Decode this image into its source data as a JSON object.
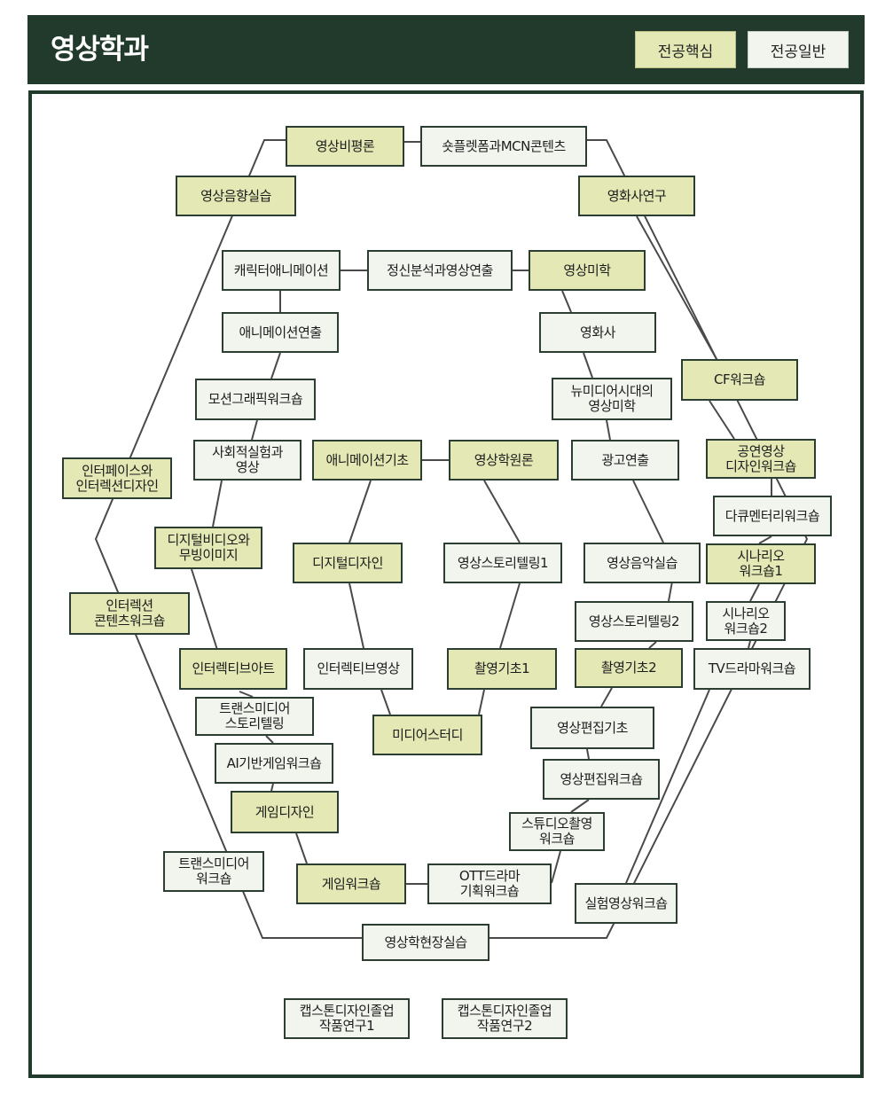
{
  "header": {
    "title": "영상학과"
  },
  "legend": {
    "core": "전공핵심",
    "general": "전공일반"
  },
  "colors": {
    "header_bg": "#223a2c",
    "core_fill": "#e3e8b4",
    "general_fill": "#f1f5ee",
    "line": "#4a4a4a"
  },
  "courses": {
    "n01": {
      "label": "영상비평론",
      "type": "core"
    },
    "n02": {
      "label": "숏플렛폼과MCN콘텐츠",
      "type": "general"
    },
    "n03": {
      "label": "영상음향실습",
      "type": "core"
    },
    "n04": {
      "label": "영화사연구",
      "type": "core"
    },
    "n05": {
      "label": "캐릭터애니메이션",
      "type": "general"
    },
    "n06": {
      "label": "정신분석과영상연출",
      "type": "general"
    },
    "n07": {
      "label": "영상미학",
      "type": "core"
    },
    "n08": {
      "label": "애니메이션연출",
      "type": "general"
    },
    "n09": {
      "label": "영화사",
      "type": "general"
    },
    "n10": {
      "label": "CF워크숍",
      "type": "core"
    },
    "n11": {
      "label": "모션그래픽워크숍",
      "type": "general"
    },
    "n12": {
      "label": "뉴미디어시대의\n영상미학",
      "type": "general"
    },
    "n13": {
      "label": "사회적실험과\n영상",
      "type": "general"
    },
    "n14": {
      "label": "애니메이션기초",
      "type": "core"
    },
    "n15": {
      "label": "영상학원론",
      "type": "core"
    },
    "n16": {
      "label": "광고연출",
      "type": "general"
    },
    "n17": {
      "label": "공연영상\n디자인워크숍",
      "type": "core"
    },
    "n18": {
      "label": "인터페이스와\n인터렉션디자인",
      "type": "core"
    },
    "n19": {
      "label": "다큐멘터리워크숍",
      "type": "general"
    },
    "n20": {
      "label": "디지털비디오와\n무빙이미지",
      "type": "core"
    },
    "n21": {
      "label": "디지털디자인",
      "type": "core"
    },
    "n22": {
      "label": "영상스토리텔링1",
      "type": "general"
    },
    "n23": {
      "label": "영상음악실습",
      "type": "general"
    },
    "n24": {
      "label": "시나리오\n워크숍1",
      "type": "core"
    },
    "n25": {
      "label": "인터렉션\n콘텐츠워크숍",
      "type": "core"
    },
    "n26": {
      "label": "영상스토리텔링2",
      "type": "general"
    },
    "n27": {
      "label": "시나리오\n워크숍2",
      "type": "general"
    },
    "n28": {
      "label": "인터렉티브아트",
      "type": "core"
    },
    "n29": {
      "label": "인터렉티브영상",
      "type": "general"
    },
    "n30": {
      "label": "촬영기초1",
      "type": "core"
    },
    "n31": {
      "label": "촬영기초2",
      "type": "core"
    },
    "n32": {
      "label": "TV드라마워크숍",
      "type": "general"
    },
    "n33": {
      "label": "트랜스미디어\n스토리텔링",
      "type": "general"
    },
    "n34": {
      "label": "미디어스터디",
      "type": "core"
    },
    "n35": {
      "label": "영상편집기초",
      "type": "general"
    },
    "n36": {
      "label": "AI기반게임워크숍",
      "type": "general"
    },
    "n37": {
      "label": "영상편집워크숍",
      "type": "general"
    },
    "n38": {
      "label": "게임디자인",
      "type": "core"
    },
    "n39": {
      "label": "스튜디오촬영\n워크숍",
      "type": "general"
    },
    "n40": {
      "label": "트랜스미디어\n워크숍",
      "type": "general"
    },
    "n41": {
      "label": "게임워크숍",
      "type": "core"
    },
    "n42": {
      "label": "OTT드라마\n기획워크숍",
      "type": "general"
    },
    "n43": {
      "label": "실험영상워크숍",
      "type": "general"
    },
    "n44": {
      "label": "영상학현장실습",
      "type": "general"
    },
    "n45": {
      "label": "캡스톤디자인졸업\n작품연구1",
      "type": "general"
    },
    "n46": {
      "label": "캡스톤디자인졸업\n작품연구2",
      "type": "general"
    }
  }
}
